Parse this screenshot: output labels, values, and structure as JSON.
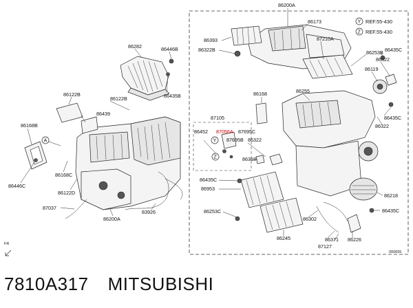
{
  "caption": {
    "part_number": "7810A317",
    "brand": "MITSUBISHI"
  },
  "references": [
    {
      "letter": "Y",
      "text": "REF.55-430"
    },
    {
      "letter": "Z",
      "text": "REF.55-430"
    }
  ],
  "callouts": {
    "A": "A",
    "Y": "Y",
    "Z": "Z"
  },
  "labels": {
    "p86200A_top": "86200A",
    "p86173": "86173",
    "p86393": "86393",
    "p86322B": "86322B",
    "p87210A": "87210A",
    "p86253B": "86253B",
    "p86435C_r1": "86435C",
    "p86322_r": "86322",
    "p86119": "86119",
    "p86168_r": "86168",
    "p86255": "86255",
    "p86435C_r2": "86435C",
    "p86322_r2": "86322",
    "p87105": "87105",
    "p86452": "86452",
    "p87056A": "87056A",
    "p87695C": "87695C",
    "p87695B": "87695B",
    "p86322_c": "86322",
    "p86318": "86318",
    "p86435C_c": "86435C",
    "p86953": "86953",
    "p86253C": "86253C",
    "p86245": "86245",
    "p86302": "86302",
    "p86371": "86371",
    "p87127": "87127",
    "p86226": "86226",
    "p86218": "86218",
    "p86435C_r3": "86435C",
    "p86282": "86282",
    "p86446B": "86446B",
    "p86435B": "86435B",
    "p86122B_1": "86122B",
    "p86122B_2": "86122B",
    "p86439": "86439",
    "p86168B": "86168B",
    "p86446C": "86446C",
    "p86168C": "86168C",
    "p86122D": "86122D",
    "p87037": "87037",
    "p86200A_bot": "86200A",
    "p83926": "83926",
    "code": "000655",
    "fr": "FR"
  }
}
